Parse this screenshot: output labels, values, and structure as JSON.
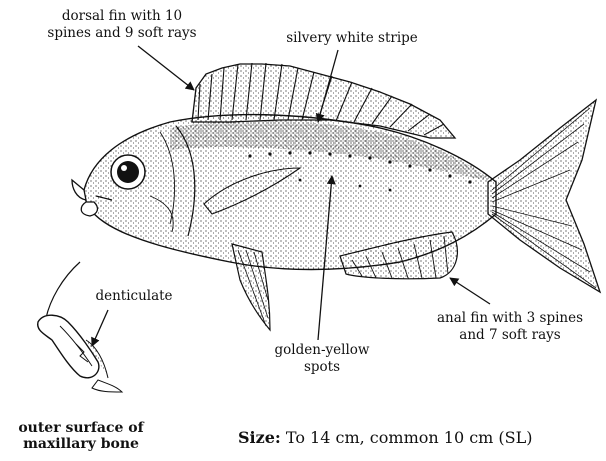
{
  "labels": {
    "dorsal_1": "dorsal fin with 10",
    "dorsal_2": "spines and 9 soft rays",
    "stripe": "silvery white stripe",
    "denticulate": "denticulate",
    "spots_1": "golden-yellow",
    "spots_2": "spots",
    "anal_1": "anal fin with 3 spines",
    "anal_2": "and 7 soft rays"
  },
  "caption": {
    "line1": "outer surface of",
    "line2": "maxillary bone"
  },
  "size": {
    "label": "Size:",
    "text": " To 14 cm, common 10 cm (SL)"
  },
  "colors": {
    "ink": "#111111",
    "background": "#ffffff"
  }
}
